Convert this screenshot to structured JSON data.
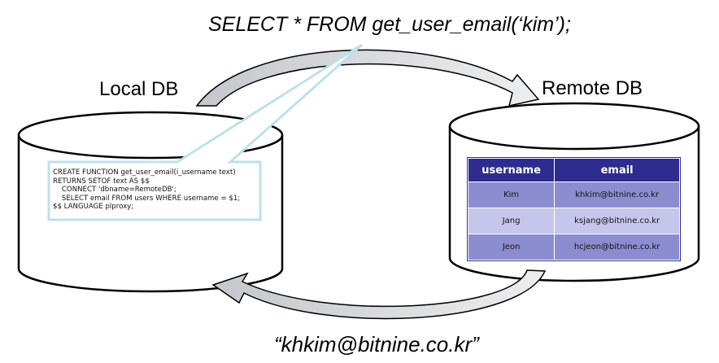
{
  "query": "SELECT * FROM get_user_email(‘kim’);",
  "local_label": "Local DB",
  "remote_label": "Remote DB",
  "result": "“khkim@bitnine.co.kr”",
  "code_lines": [
    "CREATE FUNCTION get_user_email(i_username text)",
    "RETURNS SETOF text AS $$",
    "    CONNECT 'dbname=RemoteDB';",
    "    SELECT email FROM users WHERE username = $1;",
    "$$ LANGUAGE plproxy;"
  ],
  "table": {
    "headers": [
      "username",
      "email"
    ],
    "rows": [
      {
        "username": "Kim",
        "email": "khkim@bitnine.co.kr"
      },
      {
        "username": "Jang",
        "email": "ksjang@bitnine.co.kr"
      },
      {
        "username": "Jeon",
        "email": "hcjeon@bitnine.co.kr"
      }
    ]
  },
  "colors": {
    "table_header": "#2e2c8f",
    "row_dark": "#8c8cd0",
    "row_light": "#c6c5ec",
    "callout_border": "#bfe0ea",
    "arrow_fill": "#cfd2d6"
  }
}
